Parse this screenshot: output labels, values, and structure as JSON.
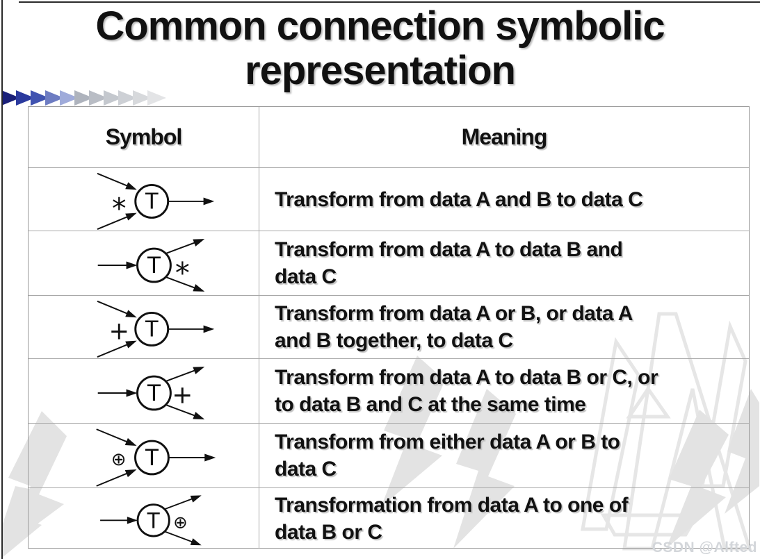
{
  "slide": {
    "title": {
      "line1": "Common connection symbolic",
      "line2": "representation"
    }
  },
  "table": {
    "header": {
      "symbol": "Symbol",
      "meaning": "Meaning"
    },
    "node_label": "T",
    "rows": [
      {
        "symbol": {
          "type": "fan-in",
          "operator": "*"
        },
        "meaning": "Transform from data A and B to data C"
      },
      {
        "symbol": {
          "type": "fan-out",
          "operator": "*"
        },
        "meaning": "Transform from data A to data B and\ndata C"
      },
      {
        "symbol": {
          "type": "fan-in",
          "operator": "+"
        },
        "meaning": "Transform from data A or B, or data A\nand B together, to data C"
      },
      {
        "symbol": {
          "type": "fan-out",
          "operator": "+"
        },
        "meaning": "Transform from data A to data B or C, or\nto data B and C at the same time"
      },
      {
        "symbol": {
          "type": "fan-in",
          "operator": "⊕"
        },
        "meaning": "Transform from either data A or B to\ndata C"
      },
      {
        "symbol": {
          "type": "fan-out",
          "operator": "⊕"
        },
        "meaning": "Transformation from data A to one of\ndata B or C"
      }
    ]
  },
  "decor": {
    "arrow_colors": [
      "#1a2079",
      "#2b3a9e",
      "#4053b0",
      "#6d7cc2",
      "#9fabda",
      "#aeb3bd",
      "#b9bdc5",
      "#c4c8ce",
      "#cdd0d5",
      "#d7d9dc",
      "#e3e4e6"
    ]
  },
  "watermark": {
    "text": "CSDN @Alfted"
  },
  "colors": {
    "text": "#111111",
    "table_border": "#a8a8a8",
    "watermark_text": "#d3d6da",
    "background": "#ffffff"
  }
}
